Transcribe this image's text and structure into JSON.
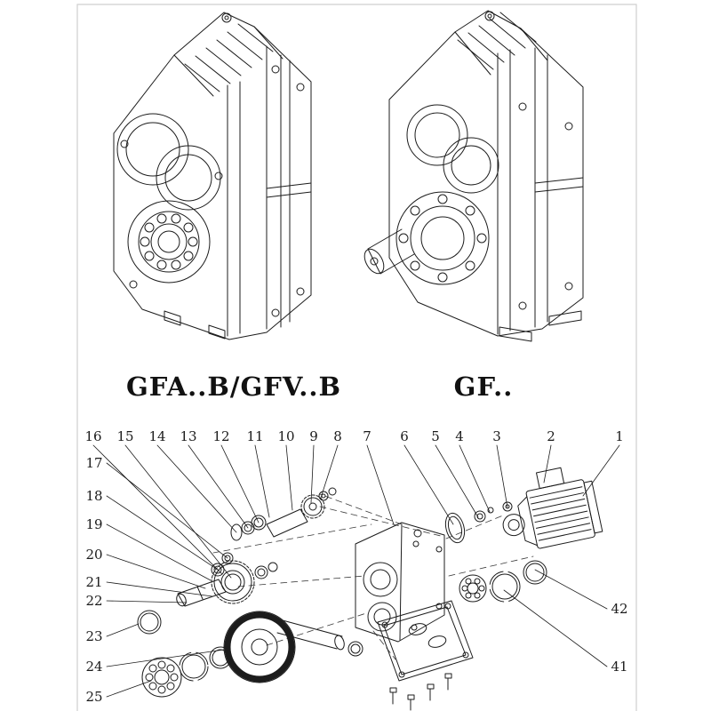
{
  "page": {
    "background": "#ffffff",
    "ink": "#1c1c1c",
    "border_color": "#cfcfcf"
  },
  "models": [
    {
      "label": "GFA..B/GFV..B"
    },
    {
      "label": "GF.."
    }
  ],
  "exploded": {
    "top_labels": [
      "16",
      "15",
      "14",
      "13",
      "12",
      "11",
      "10",
      "9",
      "8",
      "7",
      "6",
      "5",
      "4",
      "3",
      "2",
      "1"
    ],
    "left_labels": [
      "17",
      "18",
      "19",
      "20",
      "21",
      "22",
      "23",
      "24",
      "25"
    ],
    "right_labels": [
      "42",
      "41"
    ]
  }
}
